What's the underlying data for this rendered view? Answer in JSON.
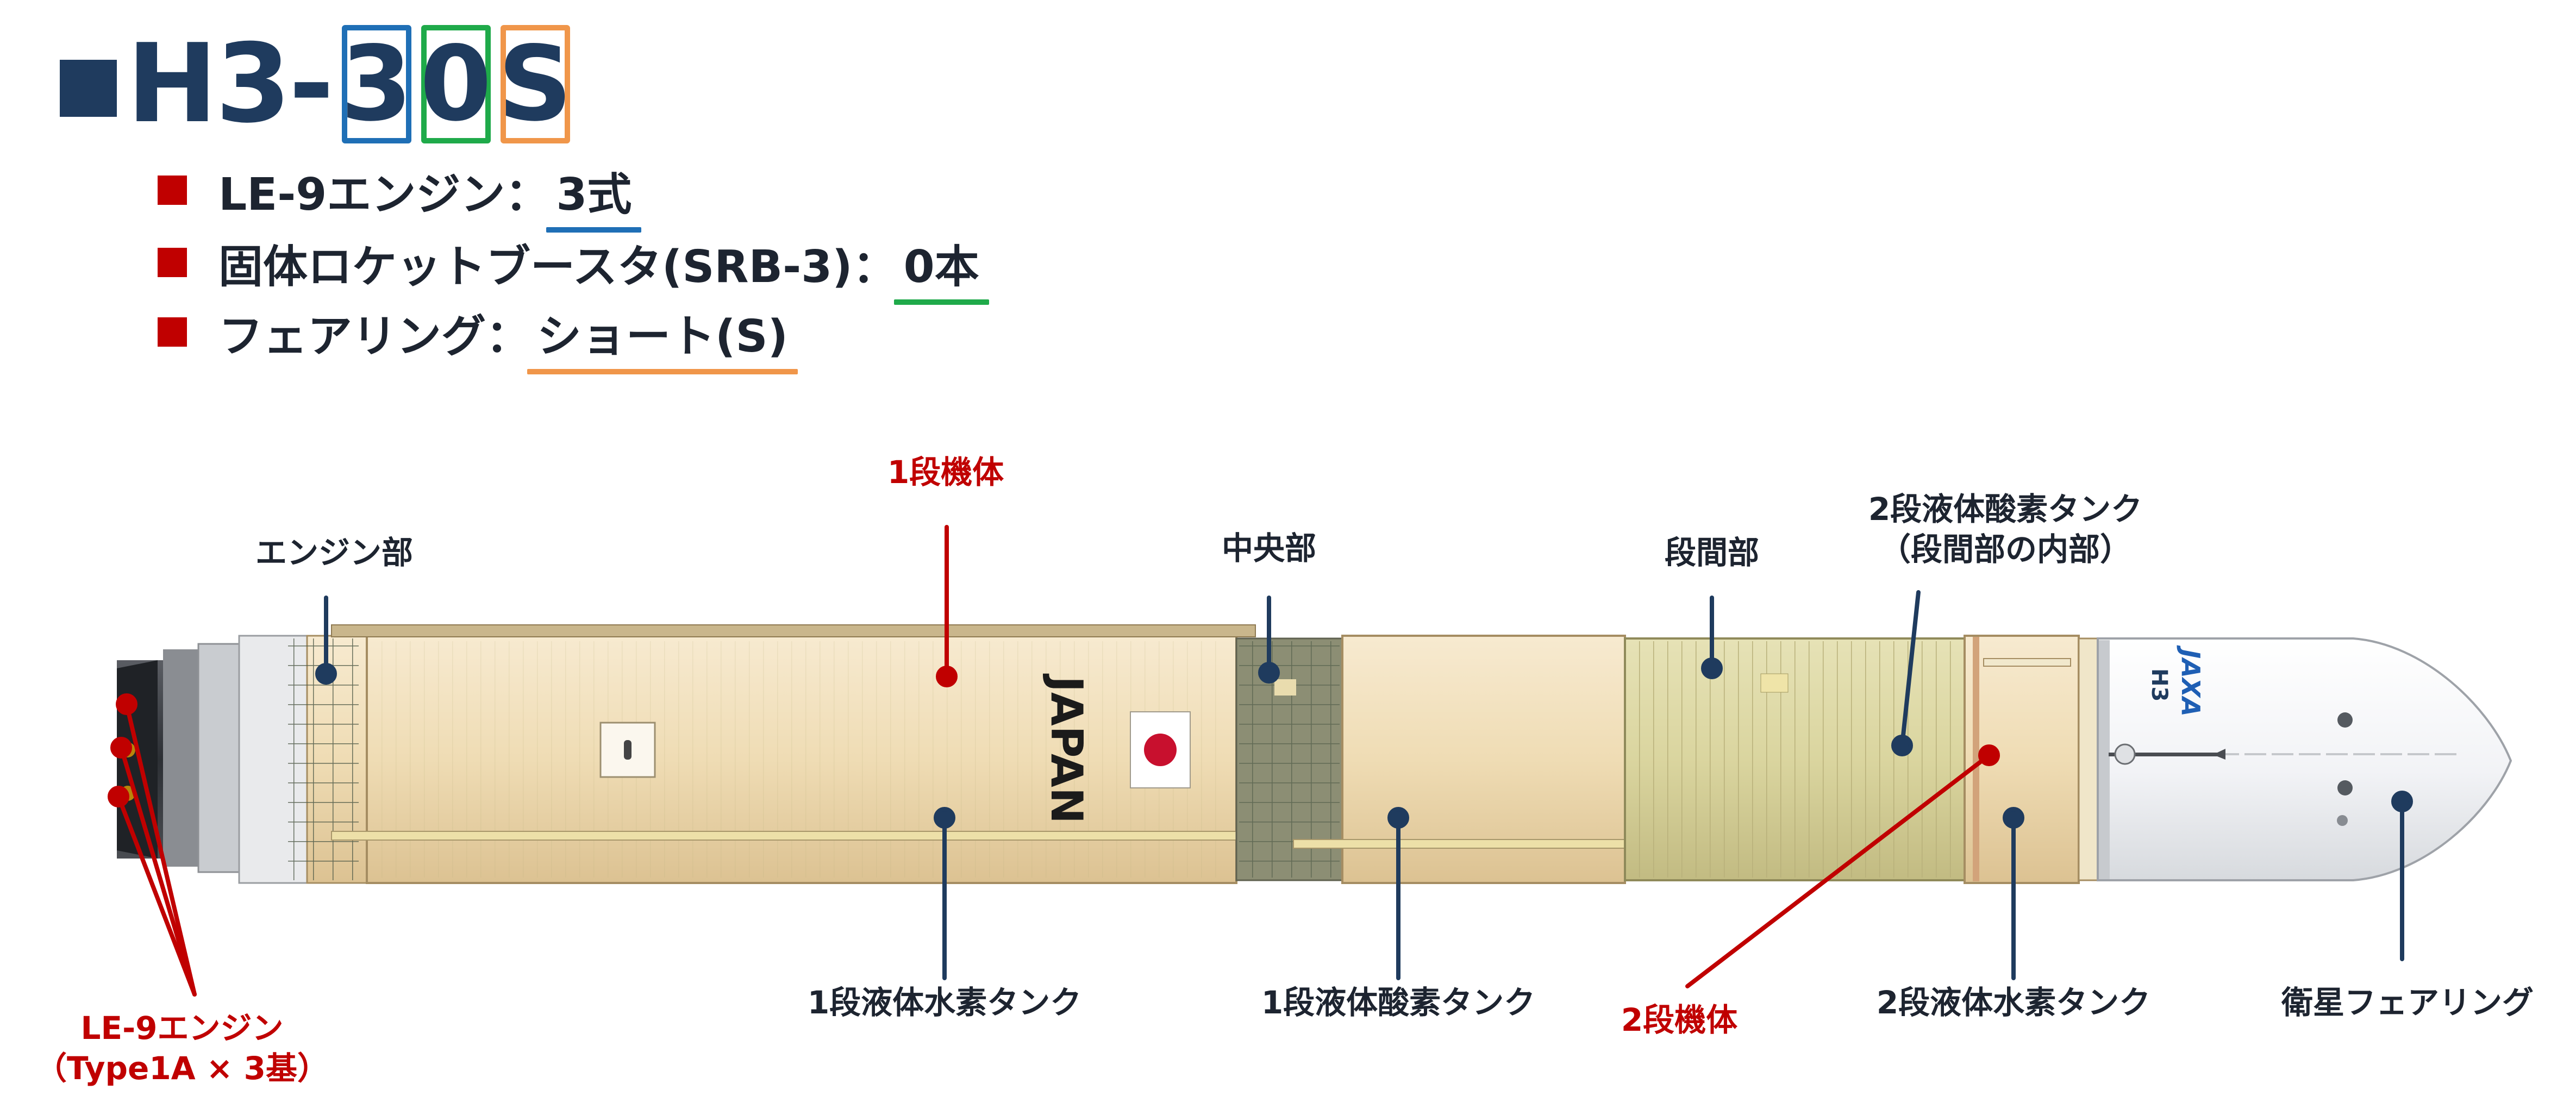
{
  "title": {
    "prefix": "H3-",
    "codes": [
      {
        "char": "3",
        "color": "#1f6fb6"
      },
      {
        "char": "0",
        "color": "#1faa4a"
      },
      {
        "char": "S",
        "color": "#f0964a"
      }
    ]
  },
  "specs": [
    {
      "label": "LE-9エンジン：",
      "value": "3式",
      "color": "#1f6fb6"
    },
    {
      "label": "固体ロケットブースタ(SRB-3)：",
      "value": "0本",
      "color": "#1faa4a"
    },
    {
      "label": "フェアリング：",
      "value": "ショート(S)",
      "color": "#f0964a"
    }
  ],
  "rocket": {
    "body_text": "JAPAN",
    "h3_mark": "H3",
    "jaxa_mark": "JAXA"
  },
  "labels": {
    "engine_section": "エンジン部",
    "stage1_body": "1段機体",
    "center_section": "中央部",
    "interstage": "段間部",
    "stage2_lox_tank_line1": "2段液体酸素タンク",
    "stage2_lox_tank_line2": "（段間部の内部）",
    "stage1_lh2_tank": "1段液体水素タンク",
    "stage1_lox_tank": "1段液体酸素タンク",
    "stage2_body": "2段機体",
    "stage2_lh2_tank": "2段液体水素タンク",
    "fairing": "衛星フェアリング",
    "le9_engine_line1": "LE-9エンジン",
    "le9_engine_line2": "（Type1A × 3基）"
  },
  "colors": {
    "navy": "#1f3b5e",
    "red": "#c00000",
    "tank": "#eed8aa",
    "interstage": "#dad59f",
    "fairing": "#f4f5f7"
  }
}
